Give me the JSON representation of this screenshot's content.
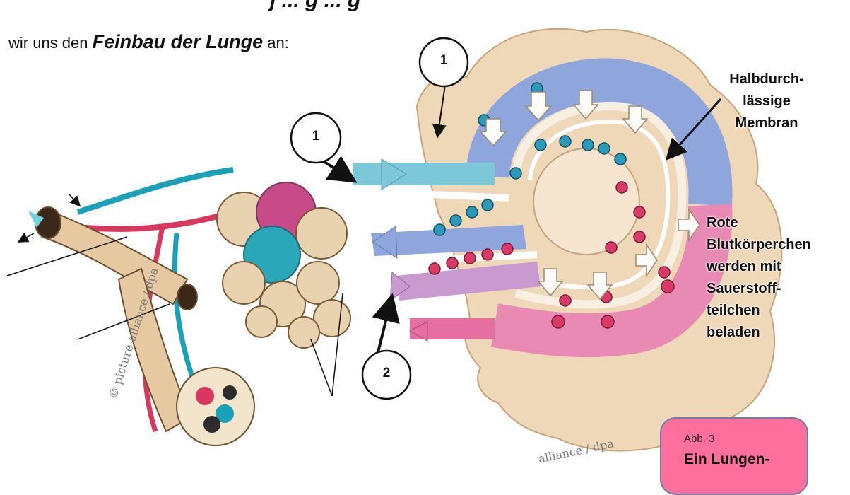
{
  "header_fragment": "j ... g ... g",
  "intro": {
    "prefix": "wir uns den",
    "emphasis": "Feinbau der Lunge",
    "suffix": "an:"
  },
  "markers": [
    {
      "label": "1"
    },
    {
      "label": "1"
    },
    {
      "label": "2"
    }
  ],
  "labels": {
    "membrane": [
      "Halbdurch-",
      "lässige",
      "Membran"
    ],
    "red_cells": [
      "Rote",
      "Blutkörperchen",
      "werden mit",
      "Sauerstoff-",
      "teilchen",
      "beladen"
    ]
  },
  "credits": [
    "© picture-alliance / dpa",
    "alliance / dpa"
  ],
  "caption": {
    "abb": "Abb. 3",
    "title": "Ein Lungen-"
  },
  "colors": {
    "tissue": "#efd8b8",
    "oxygen_poor_blood": "#8fa6dc",
    "inflow": "#7cc8d8",
    "oxygen_rich_blood": "#e88ab4",
    "caption_box": "#ff6f9e"
  }
}
